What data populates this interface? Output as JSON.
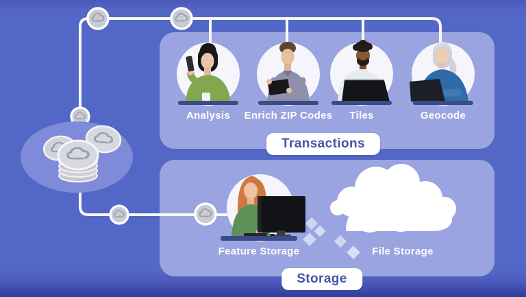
{
  "sections": {
    "transactions": {
      "label": "Transactions",
      "items": [
        {
          "label": "Analysis"
        },
        {
          "label": "Enrich ZIP Codes"
        },
        {
          "label": "Tiles"
        },
        {
          "label": "Geocode"
        }
      ]
    },
    "storage": {
      "label": "Storage",
      "items": [
        {
          "label": "Feature Storage"
        },
        {
          "label": "File Storage"
        }
      ]
    }
  },
  "icons": {
    "connector_node": "coin-sync-cloud-icon",
    "coin_pile": "coins-stack-icon",
    "cloud": "cloud-icon",
    "diamond_trail": "data-tile-diamonds"
  },
  "colors": {
    "background": "#5367c6",
    "panel": "#99a4e0",
    "connector_line": "#f8f8fc",
    "coin_body": "#c9cad3",
    "ellipse_halo": "#7f8bd9",
    "person_circle": "#f5f5fb",
    "desk": "#3c4a85",
    "label_text": "#ffffff",
    "pill_text": "#4753a8",
    "cloud": "#ffffff"
  }
}
